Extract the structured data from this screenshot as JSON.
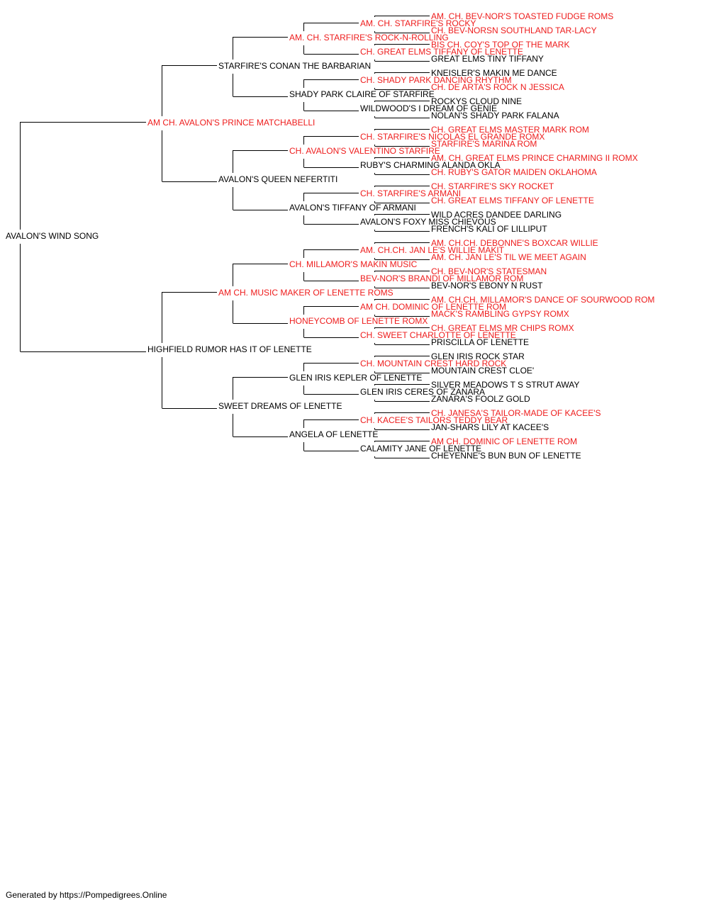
{
  "colors": {
    "champion": "#ee1c1c",
    "normal": "#000000",
    "line": "#000000"
  },
  "pedigree": [
    {
      "name": "AVALON'S WIND SONG",
      "champion": false
    },
    {
      "name": "AM CH. AVALON'S PRINCE MATCHABELLI",
      "champion": true
    },
    {
      "name": "HIGHFIELD RUMOR HAS IT OF LENETTE",
      "champion": false
    },
    {
      "name": "STARFIRE'S CONAN THE BARBARIAN",
      "champion": false
    },
    {
      "name": "AVALON'S QUEEN NEFERTITI",
      "champion": false
    },
    {
      "name": "AM CH. MUSIC MAKER OF LENETTE ROMS",
      "champion": true
    },
    {
      "name": "SWEET DREAMS OF LENETTE",
      "champion": false
    },
    {
      "name": "AM. CH. STARFIRE'S ROCK-N-ROLLING",
      "champion": true
    },
    {
      "name": "SHADY PARK CLAIRE OF STARFIRE",
      "champion": false
    },
    {
      "name": "CH. AVALON'S VALENTINO STARFIRE",
      "champion": true
    },
    {
      "name": "AVALON'S TIFFANY OF ARMANI",
      "champion": false
    },
    {
      "name": "CH. MILLAMOR'S MAKIN MUSIC",
      "champion": true
    },
    {
      "name": "HONEYCOMB OF LENETTE ROMX",
      "champion": true
    },
    {
      "name": "GLEN IRIS KEPLER OF LENETTE",
      "champion": false
    },
    {
      "name": "ANGELA OF LENETTE",
      "champion": false
    },
    {
      "name": "AM. CH. STARFIRE'S ROCKY",
      "champion": true
    },
    {
      "name": "CH. GREAT ELMS TIFFANY OF LENETTE",
      "champion": true
    },
    {
      "name": "CH. SHADY PARK DANCING RHYTHM",
      "champion": true
    },
    {
      "name": "WILDWOOD'S I DREAM OF GENIE",
      "champion": false
    },
    {
      "name": "CH. STARFIRE'S NICOLAS EL GRANDE ROMX",
      "champion": true
    },
    {
      "name": "RUBY'S CHARMING ALANDA OKLA",
      "champion": false
    },
    {
      "name": "CH. STARFIRE'S ARMANI",
      "champion": true
    },
    {
      "name": "AVALON'S FOXY MISS CHIEVOUS",
      "champion": false
    },
    {
      "name": "AM. CH.CH. JAN LE'S WILLIE MAKIT",
      "champion": true
    },
    {
      "name": "BEV-NOR'S BRANDI OF MILLAMOR ROM",
      "champion": true
    },
    {
      "name": "AM CH. DOMINIC OF LENETTE ROM",
      "champion": true
    },
    {
      "name": "CH. SWEET CHARLOTTE OF LENETTE",
      "champion": true
    },
    {
      "name": "CH. MOUNTAIN CREST HARD ROCK",
      "champion": true
    },
    {
      "name": "GLEN IRIS CERES OF ZANARA",
      "champion": false
    },
    {
      "name": "CH. KACEE'S TAILORS TEDDY BEAR",
      "champion": true
    },
    {
      "name": "CALAMITY JANE OF LENETTE",
      "champion": false
    },
    {
      "name": "AM. CH. BEV-NOR'S TOASTED FUDGE ROMS",
      "champion": true
    },
    {
      "name": "CH. BEV-NORSN SOUTHLAND TAR-LACY",
      "champion": true
    },
    {
      "name": "BIS CH. COY'S TOP OF THE MARK",
      "champion": true
    },
    {
      "name": "GREAT ELMS TINY TIFFANY",
      "champion": false
    },
    {
      "name": "KNEISLER'S MAKIN ME DANCE",
      "champion": false
    },
    {
      "name": "CH. DE ARTA'S ROCK N JESSICA",
      "champion": true
    },
    {
      "name": "ROCKYS CLOUD NINE",
      "champion": false
    },
    {
      "name": "NOLAN'S SHADY PARK FALANA",
      "champion": false
    },
    {
      "name": "CH. GREAT ELMS MASTER MARK ROM",
      "champion": true
    },
    {
      "name": "STARFIRE'S MARINA ROM",
      "champion": true
    },
    {
      "name": "AM. CH. GREAT ELMS PRINCE CHARMING II ROMX",
      "champion": true
    },
    {
      "name": "CH. RUBY'S GATOR MAIDEN OKLAHOMA",
      "champion": true
    },
    {
      "name": "CH. STARFIRE'S SKY ROCKET",
      "champion": true
    },
    {
      "name": "CH. GREAT ELMS TIFFANY OF LENETTE",
      "champion": true
    },
    {
      "name": "WILD ACRES DANDEE DARLING",
      "champion": false
    },
    {
      "name": "FRENCH'S KALI OF LILLIPUT",
      "champion": false
    },
    {
      "name": "AM. CH.CH. DEBONNE'S BOXCAR WILLIE",
      "champion": true
    },
    {
      "name": "AM. CH. JAN LE'S TIL WE MEET AGAIN",
      "champion": true
    },
    {
      "name": "CH. BEV-NOR'S STATESMAN",
      "champion": true
    },
    {
      "name": "BEV-NOR'S EBONY N RUST",
      "champion": false
    },
    {
      "name": "AM. CH.CH. MILLAMOR'S DANCE OF SOURWOOD ROM",
      "champion": true
    },
    {
      "name": "MACK'S RAMBLING GYPSY ROMX",
      "champion": true
    },
    {
      "name": "CH. GREAT ELMS MR CHIPS ROMX",
      "champion": true
    },
    {
      "name": "PRISCILLA OF LENETTE",
      "champion": false
    },
    {
      "name": "GLEN IRIS ROCK STAR",
      "champion": false
    },
    {
      "name": "MOUNTAIN CREST CLOE'",
      "champion": false
    },
    {
      "name": "SILVER MEADOWS T S STRUT AWAY",
      "champion": false
    },
    {
      "name": "ZANARA'S FOOLZ GOLD",
      "champion": false
    },
    {
      "name": "CH. JANESA'S TAILOR-MADE OF KACEE'S",
      "champion": true
    },
    {
      "name": "JAN-SHARS LILY AT KACEE'S",
      "champion": false
    },
    {
      "name": "AM CH. DOMINIC OF LENETTE ROM",
      "champion": true
    },
    {
      "name": "CHEYENNE'S BUN BUN OF LENETTE",
      "champion": false
    }
  ],
  "footer": {
    "text": "Generated by https://Pompedigrees.Online"
  }
}
